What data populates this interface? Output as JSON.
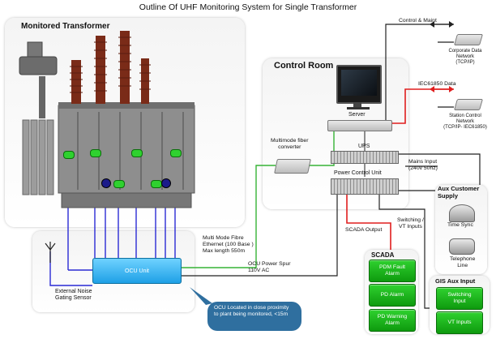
{
  "title": "Outline Of UHF Monitoring System for Single Transformer",
  "monitored_transformer": {
    "heading": "Monitored Transformer"
  },
  "ocu": {
    "label": "OCU Unit",
    "sensor_label": "External Noise\nGating Sensor",
    "note": "OCU Located in close proximity\nto plant being monitored, <15m"
  },
  "fibre_label": "Multi Mode Fibre\nEthernet (100 Base )\nMax length 550m",
  "power_spur_label": "OCU Power Spur\n110V AC",
  "control_room": {
    "heading": "Control Room",
    "server_label": "Server",
    "ups_label": "UPS",
    "pcu_label": "Power Control Unit",
    "fiber_converter_label": "Multimode fiber\nconverter"
  },
  "connections": {
    "control_maint": "Control & Maint",
    "iec61850": "IEC61850 Data",
    "mains_input": "Mains Input\n(240v 50hz)",
    "scada_output": "SCADA Output",
    "switching_vt": "Switching /\nVT Inputs"
  },
  "networks": {
    "corporate": "Corporate Data\nNetwork\n(TCP/IP)",
    "station_control": "Station Control\nNetwork\n(TCP/IP- IEC61850)"
  },
  "aux_supply": {
    "heading": "Aux Customer\nSupply",
    "time_sync": "Time Sync",
    "telephone": "Telephone\nLine"
  },
  "scada": {
    "heading": "SCADA",
    "items": [
      "PDM Fault\nAlarm",
      "PD Alarm",
      "PD Warning\nAlarm"
    ]
  },
  "gis_aux": {
    "heading": "GIS Aux Input",
    "items": [
      "Switching\nInput",
      "VT Inputs"
    ]
  },
  "colors": {
    "fibre": "#36b336",
    "iec": "#e01e1e",
    "scada": "#e01e1e",
    "signal": "#2a2ad4",
    "wire": "#222222"
  }
}
